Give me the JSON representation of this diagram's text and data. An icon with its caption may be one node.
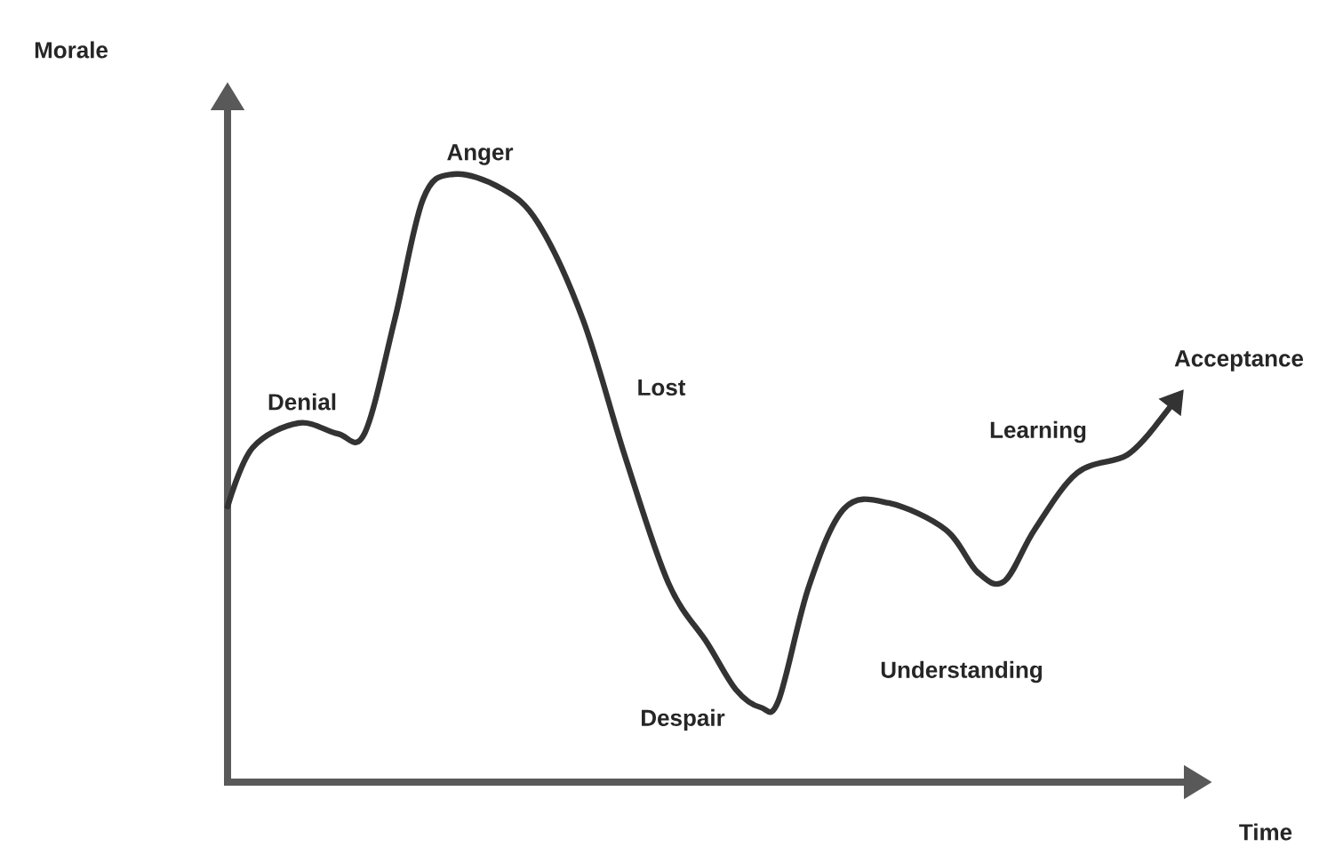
{
  "diagram": {
    "labels": [
      "Morale",
      "Anger",
      "Acceptance",
      "Denial",
      "Lost",
      "Learning",
      "Understanding",
      "Despair",
      "Time"
    ]
  }
}
